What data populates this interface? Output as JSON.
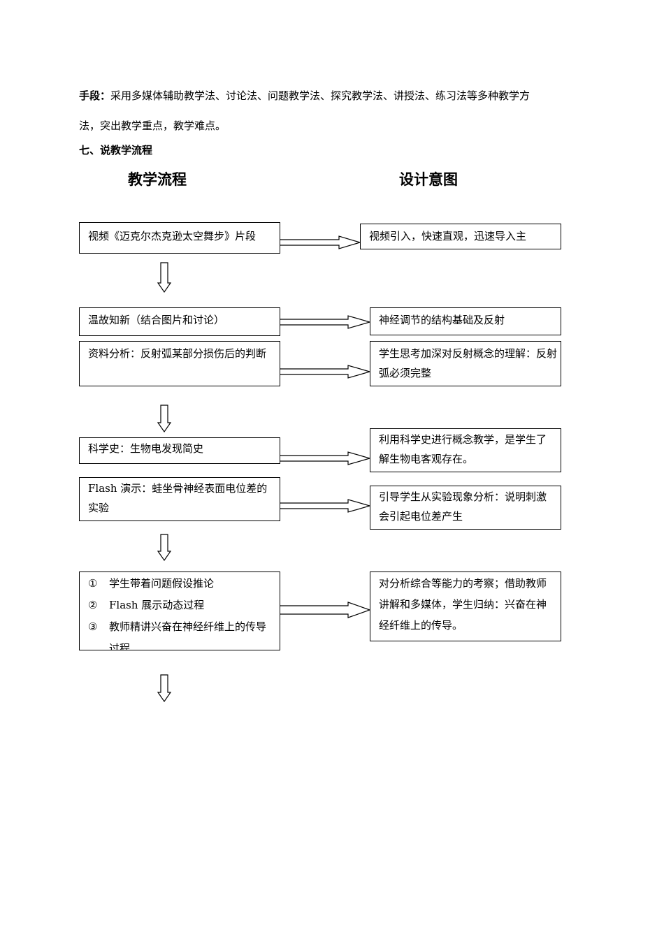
{
  "intro": {
    "label": "手段：",
    "line1": "采用多媒体辅助教学法、讨论法、问题教学法、探究教学法、讲授法、练习法等多种教学方",
    "line2": "法，突出教学重点，教学难点。"
  },
  "section_heading": "七、说教学流程",
  "columns": {
    "left": "教学流程",
    "right": "设计意图"
  },
  "flow": [
    {
      "step": "视频《迈克尔杰克逊太空舞步》片段",
      "intent": "视频引入，快速直观，迅速导入主"
    },
    {
      "step": "温故知新（结合图片和讨论）",
      "intent": "神经调节的结构基础及反射"
    },
    {
      "step": "资料分析：反射弧某部分损伤后的判断",
      "intent": "学生思考加深对反射概念的理解：反射弧必须完整"
    },
    {
      "step": "科学史：生物电发现简史",
      "intent": "利用科学史进行概念教学，是学生了解生物电客观存在。"
    },
    {
      "step": "Flash 演示：蛙坐骨神经表面电位差的实验",
      "intent": "引导学生从实验现象分析：说明刺激会引起电位差产生"
    },
    {
      "steps": [
        {
          "num": "①",
          "text": "学生带着问题假设推论"
        },
        {
          "num": "②",
          "text": "Flash 展示动态过程"
        },
        {
          "num": "③",
          "text": "教师精讲兴奋在神经纤维上的传导过程"
        }
      ],
      "intent": "对分析综合等能力的考察；借助教师讲解和多媒体，学生归纳：兴奋在神经纤维上的传导。"
    }
  ]
}
